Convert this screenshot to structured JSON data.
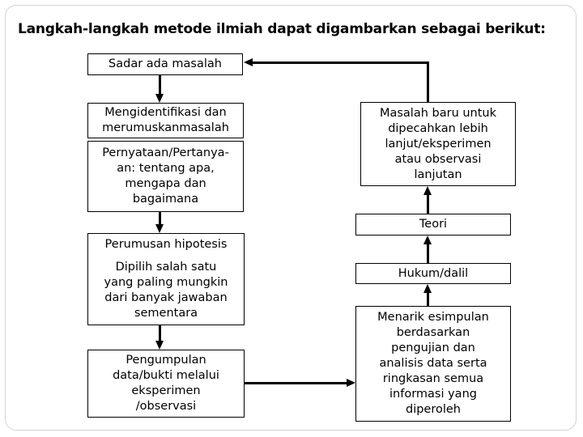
{
  "title": "Langkah-langkah metode ilmiah dapat digambarkan sebagai berikut:",
  "boxes": {
    "sadar": {
      "text": "Sadar ada masalah"
    },
    "identifikasi": {
      "text": "Mengidentifikasi dan\nmerumuskanmasalah"
    },
    "pernyataan": {
      "text": "Pernyataan/Pertanya-\nan: tentang apa,\nmengapa dan\nbagaimana"
    },
    "hipotesis": {
      "title": "Perumusan hipotesis",
      "body": "Dipilih salah satu\nyang paling mungkin\ndari banyak jawaban\nsementara"
    },
    "pengumpulan": {
      "text": "Pengumpulan\ndata/bukti melalui\neksperimen\n/observasi"
    },
    "masalah_baru": {
      "text": "Masalah baru untuk\ndipecahkan lebih\nlanjut/eksperimen\natau observasi\nlanjutan"
    },
    "teori": {
      "text": "Teori"
    },
    "hukum": {
      "text": "Hukum/dalil"
    },
    "kesimpulan": {
      "text": "Menarik esimpulan\nberdasarkan\npengujian dan\nanalisis data serta\nringkasan semua\ninformasi yang\ndiperoleh"
    }
  },
  "edges": [
    {
      "from": "sadar",
      "to": "identifikasi",
      "direction": "down"
    },
    {
      "from": "pernyataan",
      "to": "hipotesis",
      "direction": "down"
    },
    {
      "from": "hipotesis",
      "to": "pengumpulan",
      "direction": "down"
    },
    {
      "from": "pengumpulan",
      "to": "kesimpulan",
      "direction": "right"
    },
    {
      "from": "kesimpulan",
      "to": "hukum",
      "direction": "up"
    },
    {
      "from": "hukum",
      "to": "teori",
      "direction": "up"
    },
    {
      "from": "teori",
      "to": "masalah_baru",
      "direction": "up"
    },
    {
      "from": "masalah_baru",
      "to": "sadar",
      "direction": "up-left-elbow"
    }
  ],
  "colors": {
    "text": "#000000",
    "box_border": "#000000",
    "connector": "#000000",
    "background": "#ffffff",
    "slide_border": "#d4d4d4"
  }
}
